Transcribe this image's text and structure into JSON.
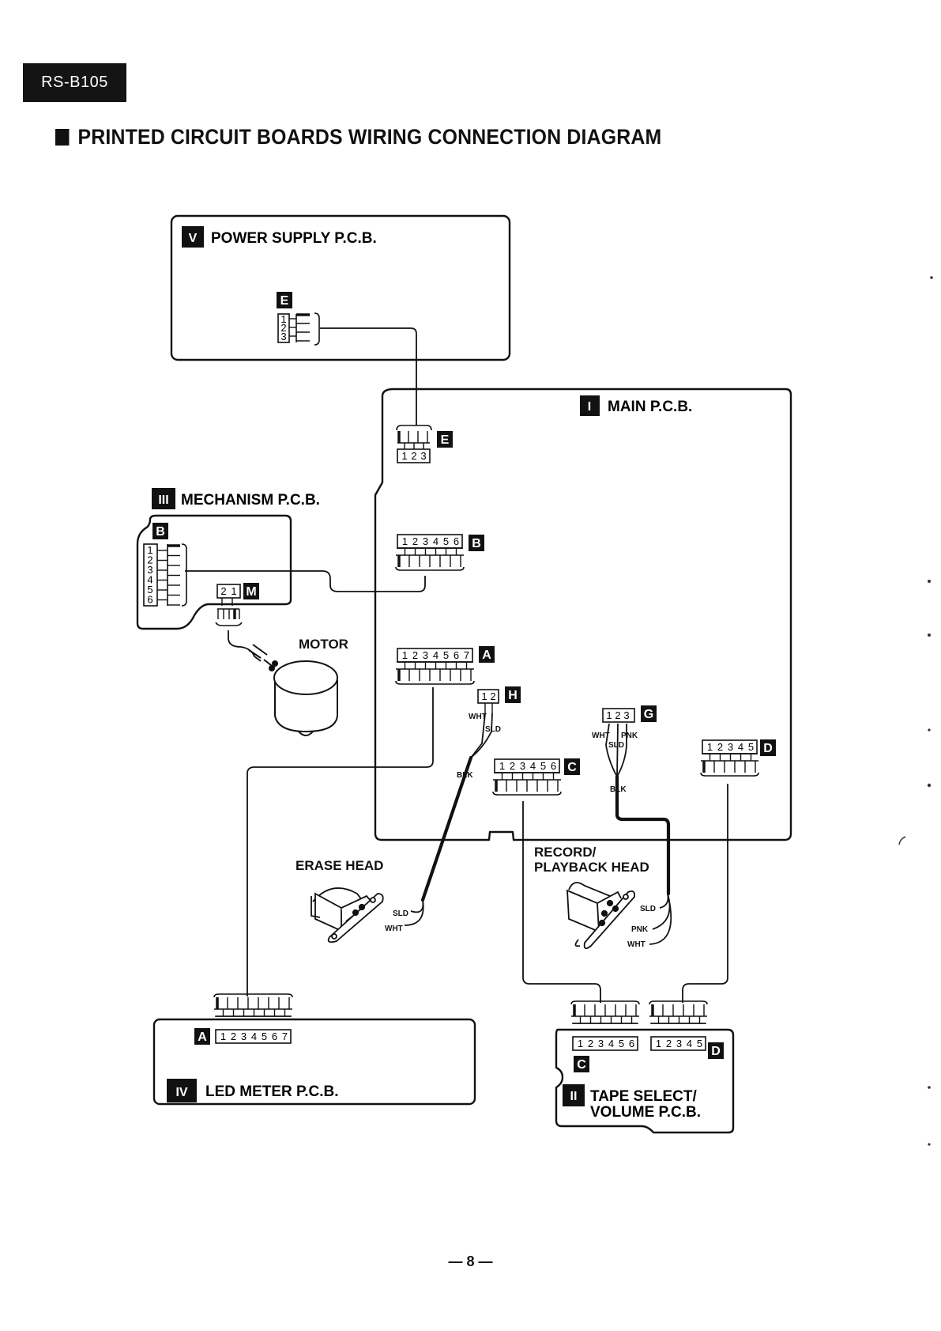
{
  "header": {
    "model": "RS-B105",
    "title": "PRINTED CIRCUIT BOARDS WIRING CONNECTION DIAGRAM"
  },
  "boards": {
    "power": {
      "numeral": "V",
      "name": "POWER SUPPLY P.C.B."
    },
    "main": {
      "numeral": "I",
      "name": "MAIN P.C.B."
    },
    "mechanism": {
      "numeral": "III",
      "name": "MECHANISM P.C.B."
    },
    "led": {
      "numeral": "IV",
      "name": "LED METER P.C.B."
    },
    "tape": {
      "numeral": "II",
      "name_line1": "TAPE SELECT/",
      "name_line2": "VOLUME P.C.B."
    }
  },
  "connectors": {
    "E": {
      "letter": "E",
      "pins": [
        "1",
        "2",
        "3"
      ]
    },
    "B": {
      "letter": "B",
      "pins": [
        "1",
        "2",
        "3",
        "4",
        "5",
        "6"
      ]
    },
    "A": {
      "letter": "A",
      "pins": [
        "1",
        "2",
        "3",
        "4",
        "5",
        "6",
        "7"
      ]
    },
    "H": {
      "letter": "H",
      "pins": [
        "1",
        "2"
      ]
    },
    "G": {
      "letter": "G",
      "pins": [
        "1",
        "2",
        "3"
      ]
    },
    "C": {
      "letter": "C",
      "pins": [
        "1",
        "2",
        "3",
        "4",
        "5",
        "6"
      ]
    },
    "D": {
      "letter": "D",
      "pins": [
        "1",
        "2",
        "3",
        "4",
        "5"
      ]
    },
    "M": {
      "letter": "M",
      "pins": [
        "2",
        "1"
      ]
    }
  },
  "components": {
    "motor": "MOTOR",
    "erase_head": "ERASE HEAD",
    "rp_head_line1": "RECORD/",
    "rp_head_line2": "PLAYBACK HEAD"
  },
  "wire_colors": {
    "wht": "WHT",
    "sld": "SLD",
    "pnk": "PNK",
    "blk": "BLK"
  },
  "footer": {
    "page": "— 8 —"
  }
}
